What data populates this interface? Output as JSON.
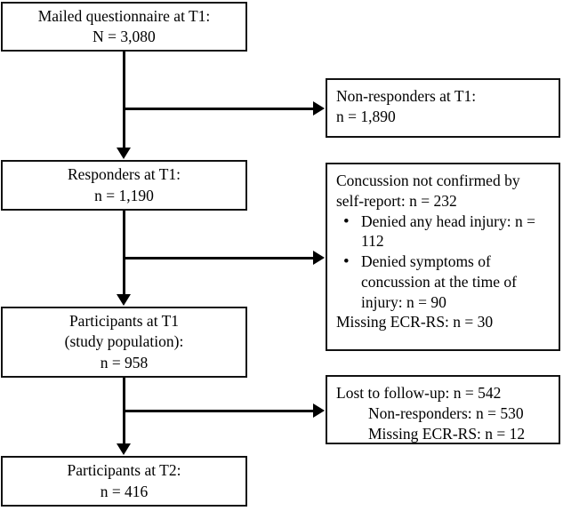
{
  "figure": {
    "type": "flowchart",
    "description": "Participant flow diagram for a mailed questionnaire study with two time points (T1 and T2)"
  },
  "nodes": {
    "mailed": {
      "line1": "Mailed questionnaire at T1:",
      "line2": "N = 3,080"
    },
    "nonresponders_t1": {
      "line1": "Non-responders at T1:",
      "line2": "n = 1,890"
    },
    "responders_t1": {
      "line1": "Responders at T1:",
      "line2": "n = 1,190"
    },
    "concussion_excluded": {
      "line1": "Concussion not confirmed by",
      "line2": "self-report: n = 232",
      "bullets": [
        "Denied any head injury: n = 112",
        "Denied symptoms of concussion at the time of injury: n = 90"
      ],
      "footer": "Missing ECR-RS: n = 30"
    },
    "participants_t1": {
      "line1": "Participants at T1",
      "line2": "(study population):",
      "line3": "n = 958"
    },
    "lost_followup": {
      "line1": "Lost to follow-up: n = 542",
      "line2": "Non-responders: n = 530",
      "line3": "Missing ECR-RS: n = 12"
    },
    "participants_t2": {
      "line1": "Participants at T2:",
      "line2": "n = 416"
    }
  },
  "colors": {
    "stroke": "#111111",
    "background": "#ffffff",
    "text": "#000000"
  }
}
